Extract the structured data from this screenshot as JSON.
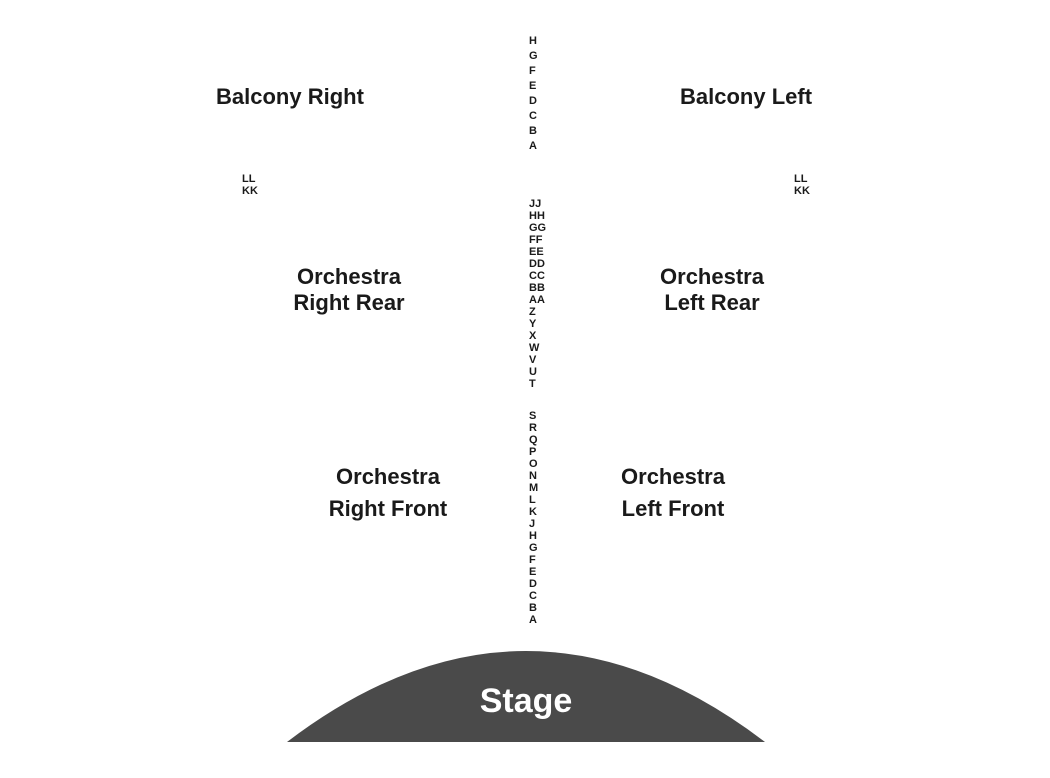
{
  "colors": {
    "stage_fill": "#4a4a4a",
    "stage_text": "#ffffff",
    "label_text": "#1a1a1a"
  },
  "stage": {
    "label": "Stage"
  },
  "sections": {
    "balcony_right": {
      "label": "Balcony Right"
    },
    "balcony_left": {
      "label": "Balcony Left"
    },
    "orchestra_right_rear": {
      "line1": "Orchestra",
      "line2": "Right Rear"
    },
    "orchestra_left_rear": {
      "line1": "Orchestra",
      "line2": "Left Rear"
    },
    "orchestra_right_front": {
      "line1": "Orchestra",
      "line2": "Right Front"
    },
    "orchestra_left_front": {
      "line1": "Orchestra",
      "line2": "Left Front"
    }
  },
  "rows": {
    "balcony": [
      "H",
      "G",
      "F",
      "E",
      "D",
      "C",
      "B",
      "A"
    ],
    "side_left": [
      "LL",
      "KK"
    ],
    "side_right": [
      "LL",
      "KK"
    ],
    "orchestra_rear": [
      "JJ",
      "HH",
      "GG",
      "FF",
      "EE",
      "DD",
      "CC",
      "BB",
      "AA",
      "Z",
      "Y",
      "X",
      "W",
      "V",
      "U",
      "T"
    ],
    "orchestra_front": [
      "S",
      "R",
      "Q",
      "P",
      "O",
      "N",
      "M",
      "L",
      "K",
      "J",
      "H",
      "G",
      "F",
      "E",
      "D",
      "C",
      "B",
      "A"
    ]
  }
}
